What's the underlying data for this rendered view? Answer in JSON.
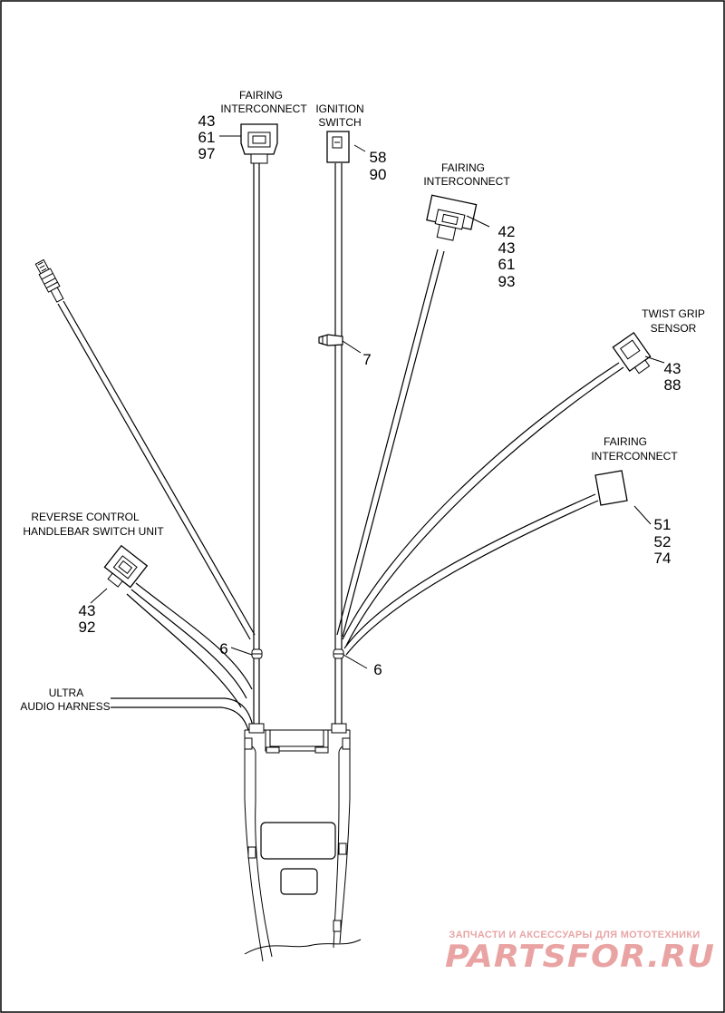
{
  "labels": {
    "fairing_interconnect_1": [
      "FAIRING",
      "INTERCONNECT"
    ],
    "ignition_switch": [
      "IGNITION",
      "SWITCH"
    ],
    "fairing_interconnect_2": [
      "FAIRING",
      "INTERCONNECT"
    ],
    "twist_grip_sensor": [
      "TWIST GRIP",
      "SENSOR"
    ],
    "fairing_interconnect_3": [
      "FAIRING",
      "INTERCONNECT"
    ],
    "reverse_control": [
      "REVERSE CONTROL",
      "HANDLEBAR SWITCH UNIT"
    ],
    "ultra_audio_harness": [
      "ULTRA",
      "AUDIO HARNESS"
    ]
  },
  "callouts": {
    "fairing_interconnect_1": [
      "43",
      "61",
      "97"
    ],
    "ignition_switch": [
      "58",
      "90"
    ],
    "fairing_interconnect_2": [
      "42",
      "43",
      "61",
      "93"
    ],
    "twist_grip_sensor": [
      "43",
      "88"
    ],
    "fairing_interconnect_3": [
      "51",
      "52",
      "74"
    ],
    "reverse_control": [
      "43",
      "92"
    ],
    "clip_left": "6",
    "clip_right": "6",
    "cable_strap": "7"
  },
  "watermark": {
    "tagline": "ЗАПЧАСТИ И АКСЕССУАРЫ ДЛЯ МОТОТЕХНИКИ",
    "brand": "PARTSFOR.RU",
    "color": "#e9a3a3"
  }
}
